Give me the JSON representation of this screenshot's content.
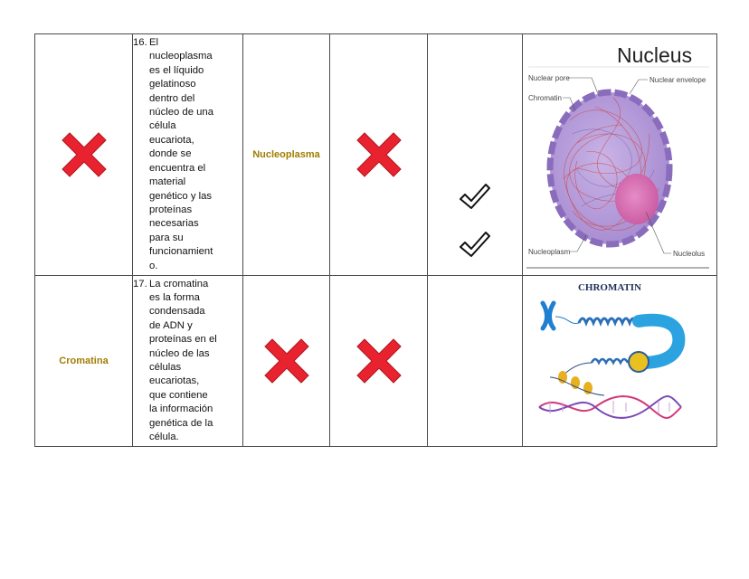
{
  "rows": [
    {
      "question_number": "16.",
      "question_lines": [
        "El",
        "nucleoplasma",
        "es el líquido",
        "gelatinoso",
        "dentro del",
        "núcleo de una",
        "célula",
        "eucariota,",
        "donde se",
        "encuentra el",
        "material",
        "genético y las",
        "proteínas",
        "necesarias",
        "para su",
        "funcionamient",
        "o."
      ],
      "answer_label": "Nucleoplasma",
      "diagram": {
        "title": "Nucleus",
        "labels": {
          "pore": "Nuclear pore",
          "envelope": "Nuclear envelope",
          "chromatin": "Chromatin",
          "nucleoplasm": "Nucleoplasm",
          "nucleolus": "Nucleolus"
        }
      }
    },
    {
      "question_number": "17.",
      "question_lines": [
        "La cromatina",
        "es la forma",
        "condensada",
        "de ADN y",
        "proteínas en el",
        "núcleo de las",
        "células",
        "eucariotas,",
        "que contiene",
        "la información",
        "genética de la",
        "célula."
      ],
      "answer_label": "Cromatina",
      "diagram": {
        "title": "CHROMATIN"
      }
    }
  ],
  "icons": {
    "cross": "red-cross-icon",
    "check": "checkmark-icon"
  },
  "colors": {
    "cross": "#e8232f",
    "term": "#a07d00",
    "nucleus": "#b59ad8",
    "nucleolus": "#d96fb2",
    "envelope": "#9b7fc4"
  }
}
